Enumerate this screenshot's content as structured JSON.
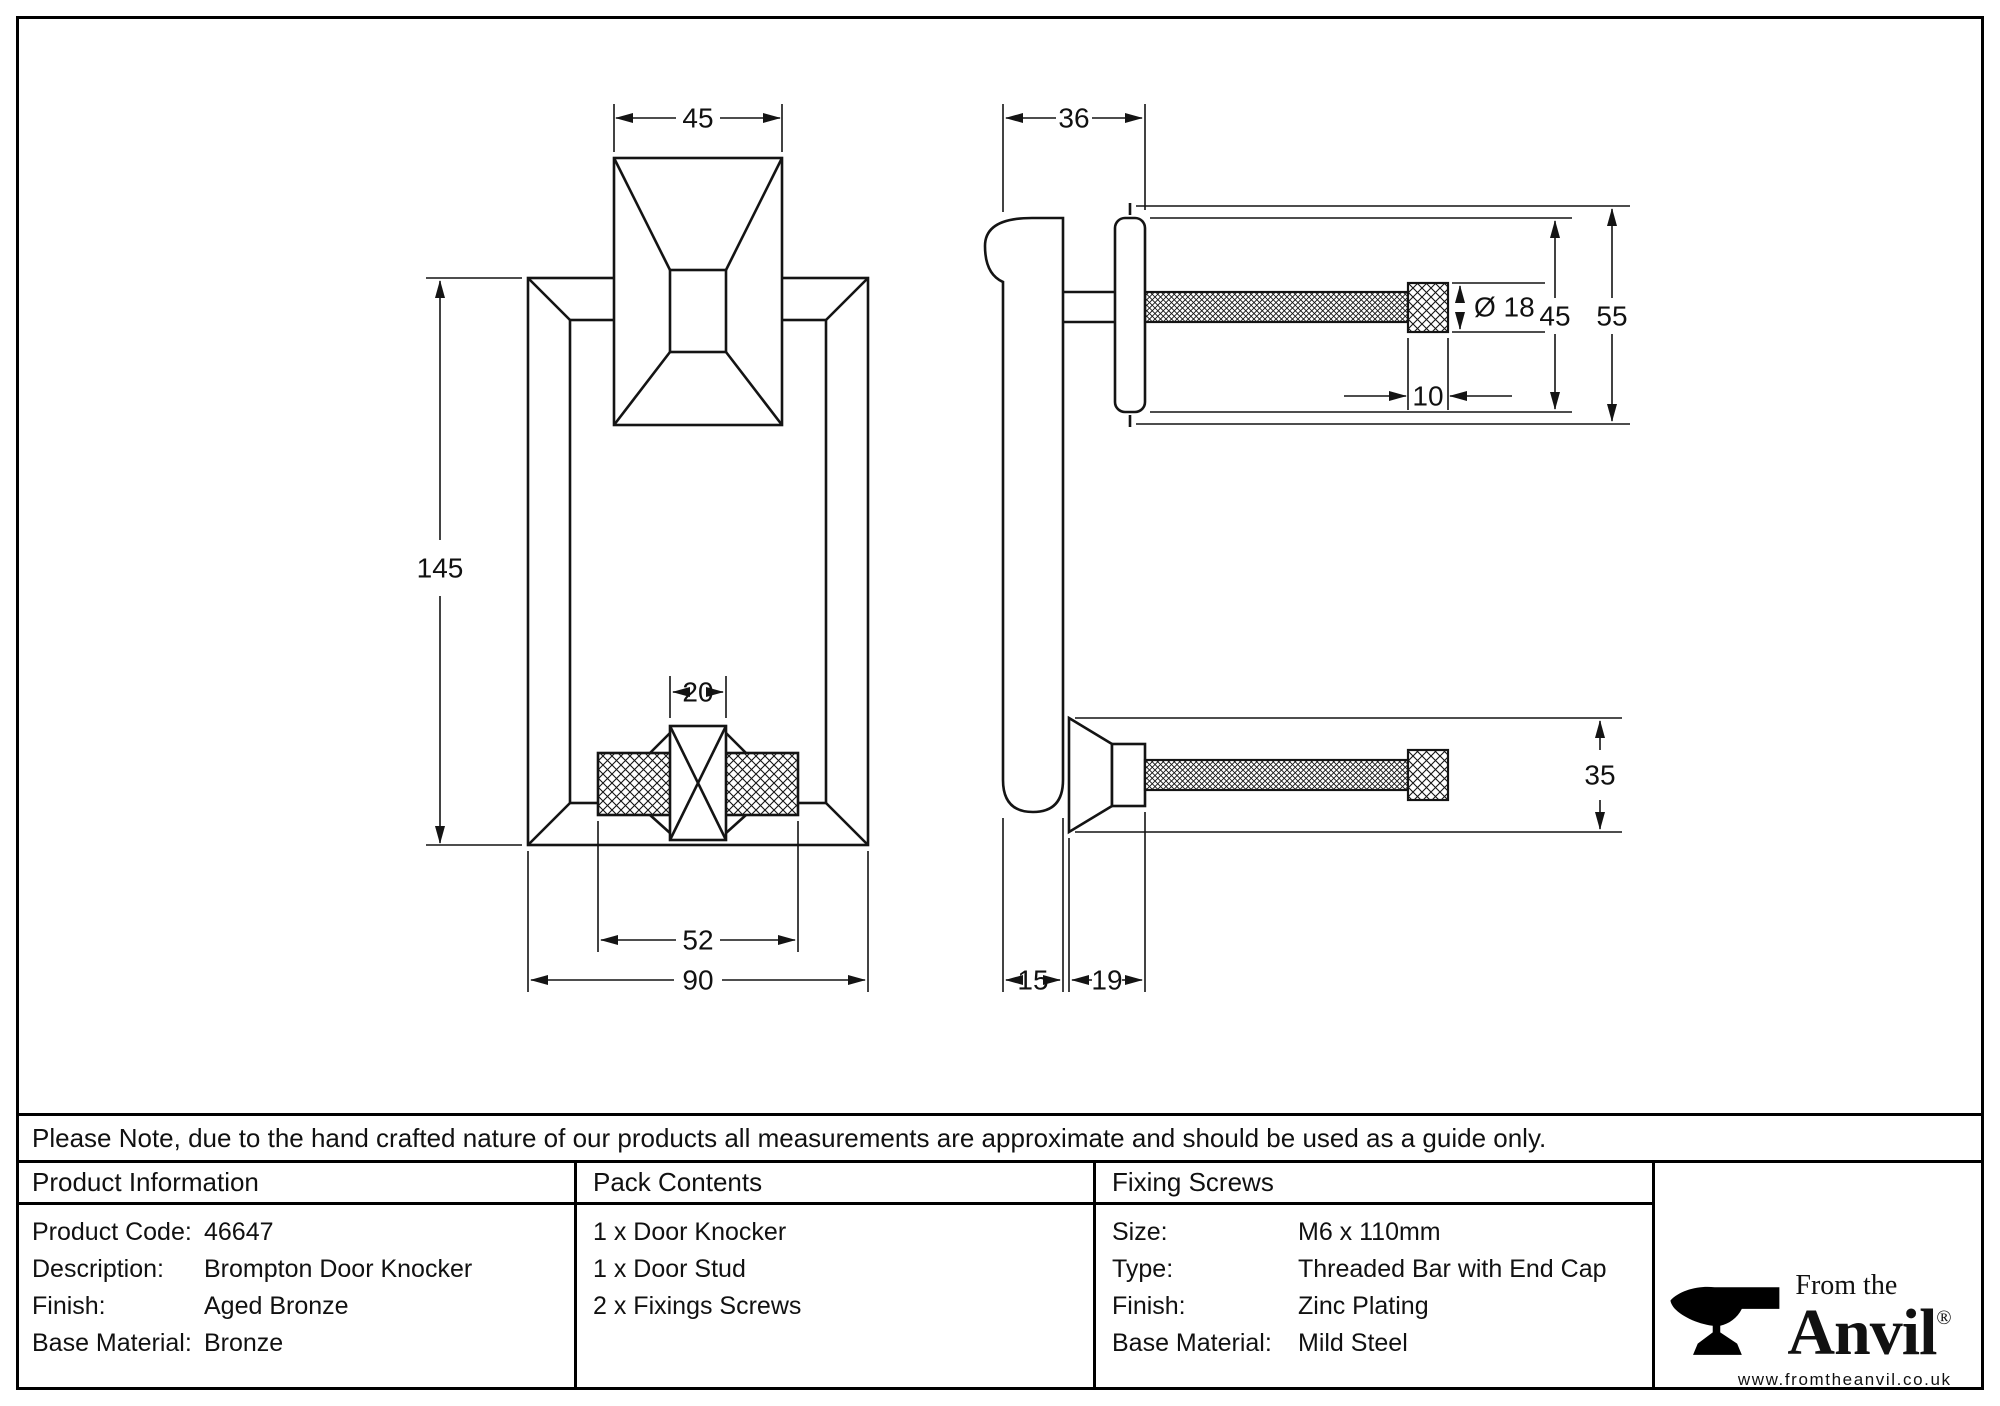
{
  "note": {
    "text": "Please Note, due to the hand crafted nature of our products all measurements are approximate and should be used as a guide only."
  },
  "drawing": {
    "front": {
      "dim_hanger_width": "45",
      "dim_height": "145",
      "dim_stud_width": "20",
      "dim_knurl_width": "52",
      "dim_plate_width": "90"
    },
    "side": {
      "dim_projection": "36",
      "dim_cap_diameter": "Ø 18",
      "dim_rose_height": "45",
      "dim_overall_height": "55",
      "dim_cap_length": "10",
      "dim_stud_diameter": "35",
      "dim_arm_thickness": "15",
      "dim_stud_projection": "19"
    }
  },
  "table": {
    "product_information": {
      "header": "Product Information",
      "rows": [
        {
          "label": "Product Code:",
          "value": "46647"
        },
        {
          "label": "Description:",
          "value": "Brompton Door Knocker"
        },
        {
          "label": "Finish:",
          "value": "Aged Bronze"
        },
        {
          "label": "Base Material:",
          "value": "Bronze"
        }
      ]
    },
    "pack_contents": {
      "header": "Pack Contents",
      "items": [
        "1 x Door Knocker",
        "1 x Door Stud",
        "2 x Fixings Screws"
      ]
    },
    "fixing_screws": {
      "header": "Fixing Screws",
      "rows": [
        {
          "label": "Size:",
          "value": "M6 x 110mm"
        },
        {
          "label": "Type:",
          "value": "Threaded Bar with End Cap"
        },
        {
          "label": "Finish:",
          "value": "Zinc Plating"
        },
        {
          "label": "Base Material:",
          "value": "Mild Steel"
        }
      ]
    }
  },
  "logo": {
    "tagline": "From the",
    "name": "Anvil",
    "registered": "®",
    "url": "www.fromtheanvil.co.uk"
  }
}
